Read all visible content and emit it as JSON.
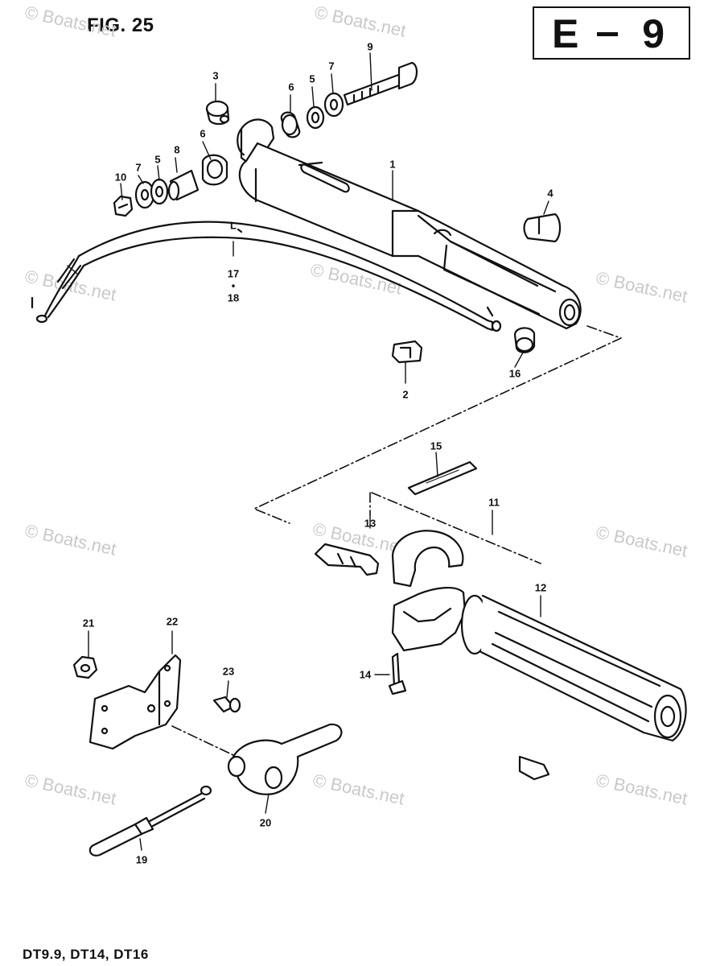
{
  "figure": {
    "title": "FIG. 25",
    "code_letter": "E",
    "code_number": "9",
    "models": "DT9.9, DT14, DT16"
  },
  "callouts": [
    {
      "id": "p1",
      "label": "1"
    },
    {
      "id": "p2",
      "label": "2"
    },
    {
      "id": "p3",
      "label": "3"
    },
    {
      "id": "p4",
      "label": "4"
    },
    {
      "id": "p5a",
      "label": "5"
    },
    {
      "id": "p5b",
      "label": "5"
    },
    {
      "id": "p6a",
      "label": "6"
    },
    {
      "id": "p6b",
      "label": "6"
    },
    {
      "id": "p7a",
      "label": "7"
    },
    {
      "id": "p7b",
      "label": "7"
    },
    {
      "id": "p8",
      "label": "8"
    },
    {
      "id": "p9",
      "label": "9"
    },
    {
      "id": "p10",
      "label": "10"
    },
    {
      "id": "p11",
      "label": "11"
    },
    {
      "id": "p12",
      "label": "12"
    },
    {
      "id": "p13",
      "label": "13"
    },
    {
      "id": "p14",
      "label": "14"
    },
    {
      "id": "p15",
      "label": "15"
    },
    {
      "id": "p16",
      "label": "16"
    },
    {
      "id": "p17",
      "label": "17"
    },
    {
      "id": "p18",
      "label": "18"
    },
    {
      "id": "p19",
      "label": "19"
    },
    {
      "id": "p20",
      "label": "20"
    },
    {
      "id": "p21",
      "label": "21"
    },
    {
      "id": "p22",
      "label": "22"
    },
    {
      "id": "p23",
      "label": "23"
    },
    {
      "id": "pL",
      "label": "L"
    },
    {
      "id": "pdot",
      "label": "•"
    }
  ],
  "watermark": "© Boats.net"
}
